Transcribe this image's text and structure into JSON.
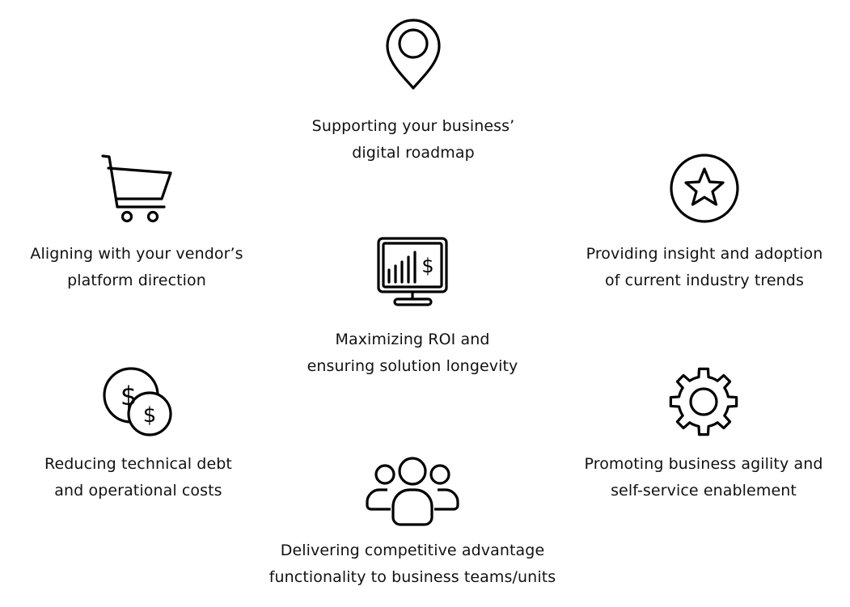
{
  "theme": {
    "text_color": "#111111",
    "icon_stroke": "#000000",
    "background": "#ffffff"
  },
  "items": [
    {
      "id": "roadmap",
      "icon": "location-pin-icon",
      "lines": [
        "Supporting your business’",
        "digital roadmap"
      ]
    },
    {
      "id": "vendor",
      "icon": "shopping-cart-icon",
      "lines": [
        "Aligning with your vendor’s",
        "platform direction"
      ]
    },
    {
      "id": "trends",
      "icon": "star-badge-icon",
      "lines": [
        "Providing insight and adoption",
        "of current industry trends"
      ]
    },
    {
      "id": "roi",
      "icon": "monitor-chart-icon",
      "lines": [
        "Maximizing ROI and",
        "ensuring solution longevity"
      ]
    },
    {
      "id": "costs",
      "icon": "coins-icon",
      "lines": [
        "Reducing technical debt",
        "and operational costs"
      ]
    },
    {
      "id": "agility",
      "icon": "gear-icon",
      "lines": [
        "Promoting business agility and",
        "self-service enablement"
      ]
    },
    {
      "id": "competitive",
      "icon": "team-icon",
      "lines": [
        "Delivering competitive advantage",
        "functionality to business teams/units"
      ]
    }
  ]
}
